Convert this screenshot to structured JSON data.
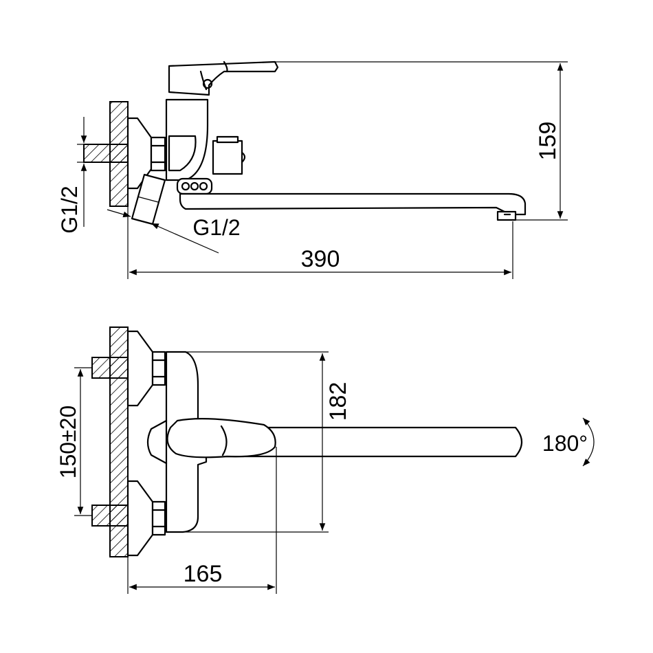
{
  "drawing": {
    "colors": {
      "line": "#000000",
      "background": "#ffffff"
    },
    "side_view": {
      "dim_height": "159",
      "dim_length": "390",
      "dim_thread_inlet": "G1/2",
      "dim_thread_outlet": "G1/2"
    },
    "top_view": {
      "dim_spacing": "150±20",
      "dim_body_height": "182",
      "dim_depth": "165",
      "dim_rotation": "180°"
    }
  }
}
